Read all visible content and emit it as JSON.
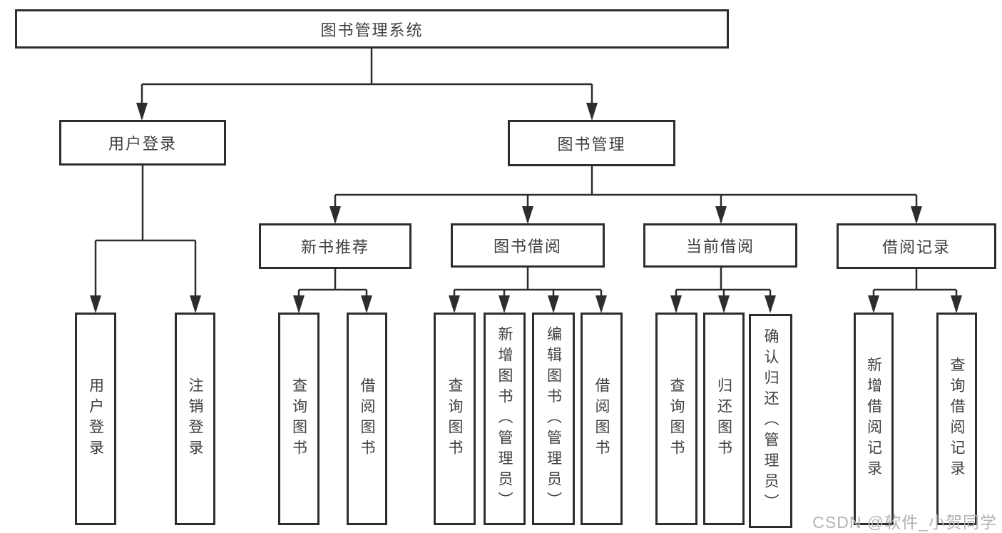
{
  "tree": {
    "label": "图书管理系统",
    "children": [
      {
        "label": "用户登录",
        "children": [
          {
            "label": "用户登录"
          },
          {
            "label": "注销登录"
          }
        ]
      },
      {
        "label": "图书管理",
        "children": [
          {
            "label": "新书推荐",
            "children": [
              {
                "label": "查询图书"
              },
              {
                "label": "借阅图书"
              }
            ]
          },
          {
            "label": "图书借阅",
            "children": [
              {
                "label": "查询图书"
              },
              {
                "label": "新增图书（管理员）"
              },
              {
                "label": "编辑图书（管理员）"
              },
              {
                "label": "借阅图书"
              }
            ]
          },
          {
            "label": "当前借阅",
            "children": [
              {
                "label": "查询图书"
              },
              {
                "label": "归还图书"
              },
              {
                "label": "确认归还（管理员）"
              }
            ]
          },
          {
            "label": "借阅记录",
            "children": [
              {
                "label": "新增借阅记录"
              },
              {
                "label": "查询借阅记录"
              }
            ]
          }
        ]
      }
    ]
  },
  "watermark": {
    "text": "CSDN @软件_小贺同学"
  },
  "colors": {
    "line": "#2d2d2d",
    "text": "#3f3f3f",
    "background": "#ffffff",
    "watermark": "#b4b4b4"
  }
}
